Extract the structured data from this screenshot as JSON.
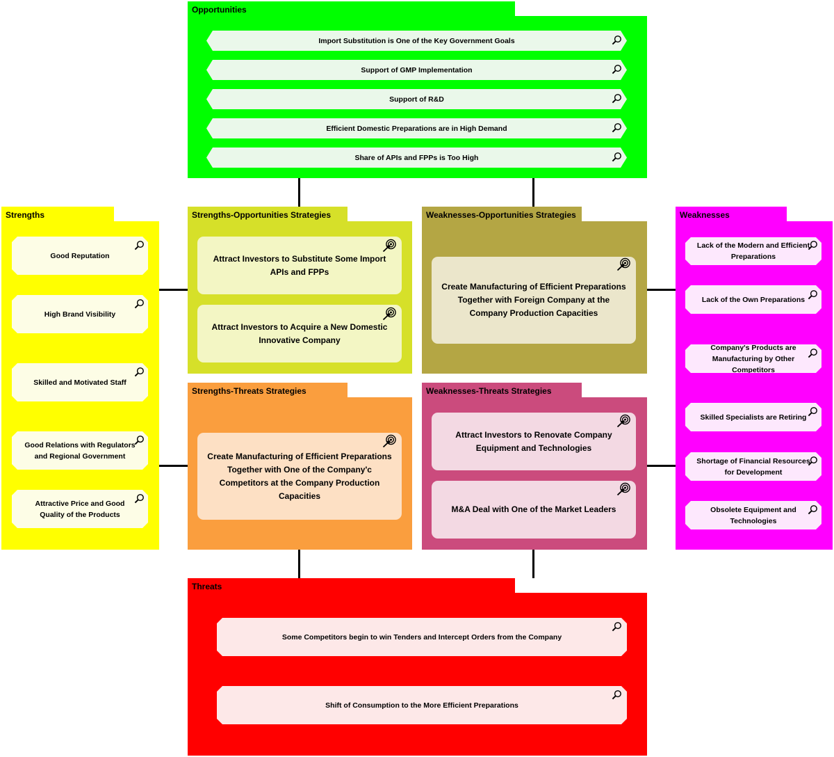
{
  "colors": {
    "opportunities": "#00ff00",
    "strengths": "#ffff00",
    "weaknesses": "#ff00ff",
    "threats": "#ff0000",
    "so": "#d6e029",
    "wo": "#b4a644",
    "st": "#fa9e3e",
    "wt": "#cb4b7d"
  },
  "opportunities": {
    "title": "Opportunities",
    "items": [
      "Import Substitution is One of the Key Government Goals",
      "Support of GMP Implementation",
      "Support of R&D",
      "Efficient Domestic  Preparations are in High Demand",
      "Share of APIs and FPPs is Too High"
    ]
  },
  "strengths": {
    "title": "Strengths",
    "items": [
      "Good Reputation",
      "High Brand Visibility",
      "Skilled and Motivated Staff",
      "Good Relations with Regulators and Regional Government",
      "Attractive Price and Good Quality of the Products"
    ]
  },
  "weaknesses": {
    "title": "Weaknesses",
    "items": [
      "Lack of the Modern and Efficient Preparations",
      "Lack of the Own Preparations",
      "Company's Products are Manufacturing by Other Competitors",
      "Skilled Specialists are Retiring",
      "Shortage of Financial Resources for Development",
      "Obsolete Equipment and Technologies"
    ]
  },
  "threats": {
    "title": "Threats",
    "items": [
      "Some Competitors begin to win Tenders and Intercept Orders from the Company",
      "Shift of Consumption to the More Efficient Preparations"
    ]
  },
  "so": {
    "title": "Strengths-Opportunities Strategies",
    "items": [
      "Attract Investors to Substitute Some Import APIs and FPPs",
      "Attract Investors to Acquire a New Domestic Innovative Company"
    ]
  },
  "wo": {
    "title": "Weaknesses-Opportunities Strategies",
    "items": [
      "Create Manufacturing of Efficient Preparations Together with Foreign Company at the Company Production Capacities"
    ]
  },
  "st": {
    "title": "Strengths-Threats Strategies",
    "items": [
      "Create Manufacturing of Efficient Preparations Together with One of the Company'c Competitors at the Company Production Capacities"
    ]
  },
  "wt": {
    "title": "Weaknesses-Threats Strategies",
    "items": [
      "Attract Investors to Renovate Company Equipment and Technologies",
      "M&A Deal with One of the Market Leaders"
    ]
  }
}
